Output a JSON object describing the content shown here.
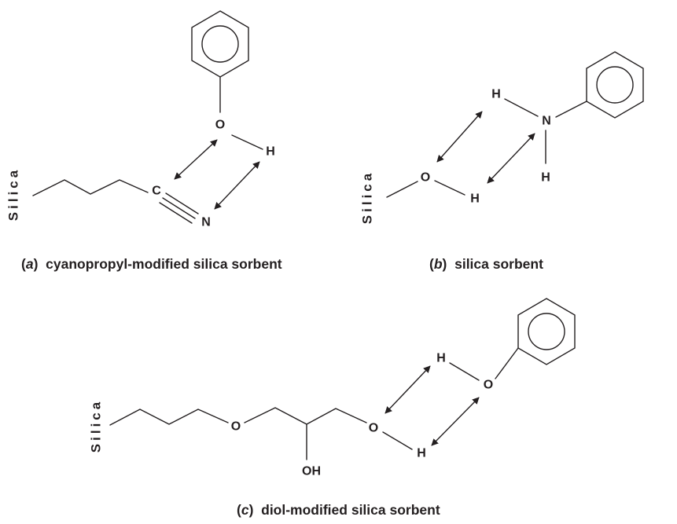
{
  "colors": {
    "ink": "#231f20",
    "background": "#ffffff"
  },
  "support_label": "Silica",
  "atoms": {
    "O": "O",
    "H": "H",
    "C": "C",
    "N": "N",
    "OH": "OH"
  },
  "panels": {
    "a": {
      "tag": "a",
      "description": "cyanopropyl-modified silica sorbent"
    },
    "b": {
      "tag": "b",
      "description": "silica sorbent"
    },
    "c": {
      "tag": "c",
      "description": "diol-modified silica sorbent"
    }
  }
}
